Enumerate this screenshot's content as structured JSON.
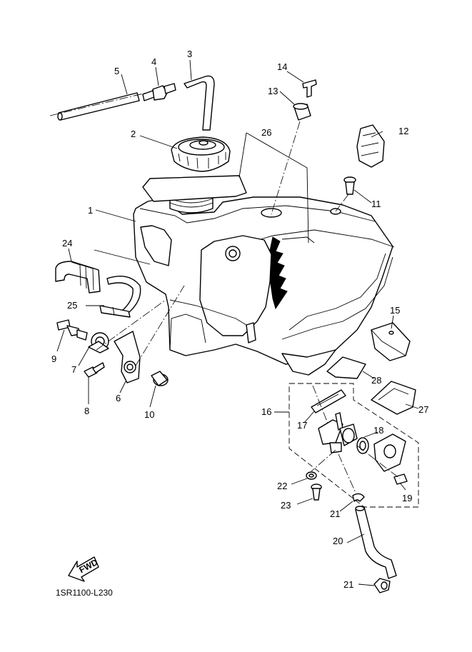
{
  "diagram": {
    "code": "1SR1100-L230",
    "fwd_label": "FWD",
    "callouts": [
      {
        "id": "c1",
        "text": "1"
      },
      {
        "id": "c2",
        "text": "2"
      },
      {
        "id": "c3",
        "text": "3"
      },
      {
        "id": "c4",
        "text": "4"
      },
      {
        "id": "c5",
        "text": "5"
      },
      {
        "id": "c6",
        "text": "6"
      },
      {
        "id": "c7",
        "text": "7"
      },
      {
        "id": "c8",
        "text": "8"
      },
      {
        "id": "c9",
        "text": "9"
      },
      {
        "id": "c10",
        "text": "10"
      },
      {
        "id": "c11",
        "text": "11"
      },
      {
        "id": "c12",
        "text": "12"
      },
      {
        "id": "c13",
        "text": "13"
      },
      {
        "id": "c14",
        "text": "14"
      },
      {
        "id": "c15",
        "text": "15"
      },
      {
        "id": "c16",
        "text": "16"
      },
      {
        "id": "c17",
        "text": "17"
      },
      {
        "id": "c18",
        "text": "18"
      },
      {
        "id": "c19",
        "text": "19"
      },
      {
        "id": "c20",
        "text": "20"
      },
      {
        "id": "c21a",
        "text": "21"
      },
      {
        "id": "c21b",
        "text": "21"
      },
      {
        "id": "c22",
        "text": "22"
      },
      {
        "id": "c23",
        "text": "23"
      },
      {
        "id": "c24",
        "text": "24"
      },
      {
        "id": "c25",
        "text": "25"
      },
      {
        "id": "c26",
        "text": "26"
      },
      {
        "id": "c27",
        "text": "27"
      },
      {
        "id": "c28",
        "text": "28"
      }
    ]
  }
}
